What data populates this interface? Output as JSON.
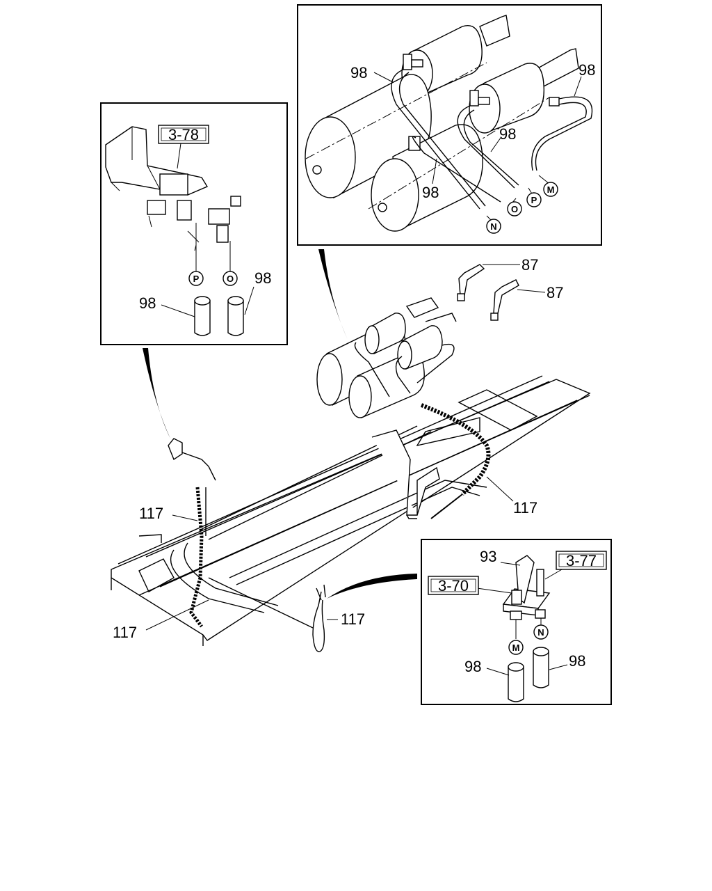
{
  "diagram": {
    "part_numbers": {
      "p98": "98",
      "p87": "87",
      "p117": "117",
      "p93": "93"
    },
    "references": {
      "r378": "3-78",
      "r377": "3-77",
      "r370": "3-70"
    },
    "connection_markers": {
      "P": "P",
      "O": "O",
      "N": "N",
      "M": "M"
    }
  }
}
